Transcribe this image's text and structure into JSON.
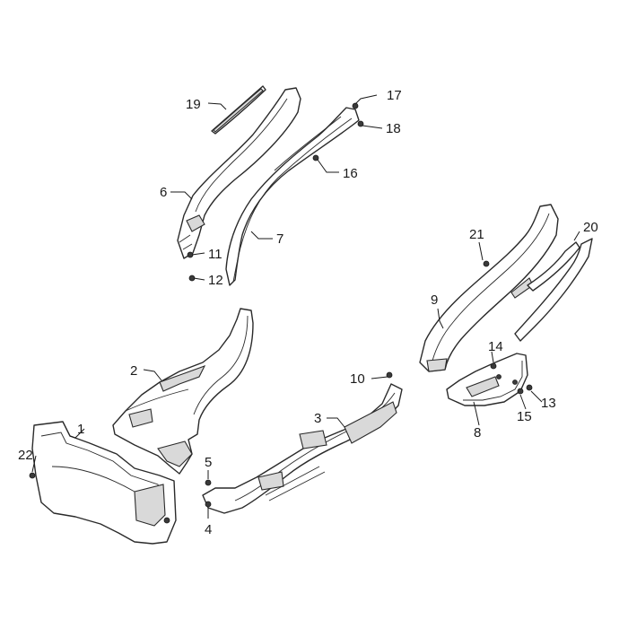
{
  "diagram": {
    "labels": {
      "p1": "1",
      "p2": "2",
      "p3": "3",
      "p4": "4",
      "p5": "5",
      "p6": "6",
      "p7": "7",
      "p8": "8",
      "p9": "9",
      "p10": "10",
      "p11": "11",
      "p12": "12",
      "p13": "13",
      "p14": "14",
      "p15": "15",
      "p16": "16",
      "p17": "17",
      "p18": "18",
      "p19": "19",
      "p20": "20",
      "p21": "21",
      "p22": "22"
    }
  }
}
